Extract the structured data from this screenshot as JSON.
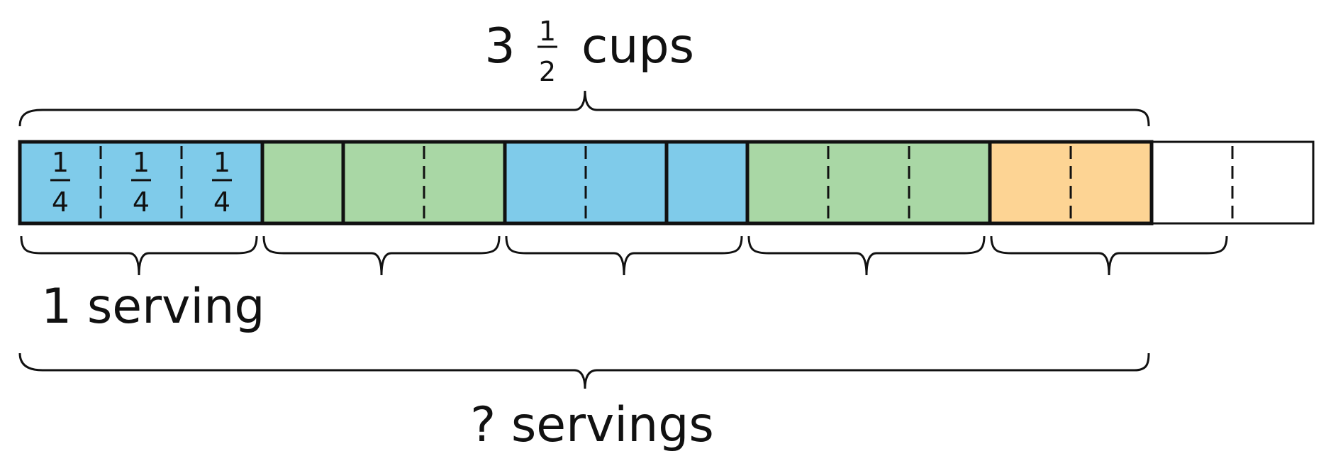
{
  "title": {
    "whole": "3",
    "numerator": "1",
    "denominator": "2",
    "unit": "cups"
  },
  "cell_label": {
    "numerator": "1",
    "denominator": "4"
  },
  "serving_label": "1 serving",
  "total_label": "? servings",
  "bar": {
    "segments": [
      {
        "color": "#7fcbea",
        "cells": 3
      },
      {
        "color": "#a9d7a5",
        "cells": 1
      },
      {
        "color": "#a9d7a5",
        "cells": 2
      },
      {
        "color": "#7fcbea",
        "cells": 2
      },
      {
        "color": "#7fcbea",
        "cells": 1
      },
      {
        "color": "#a9d7a5",
        "cells": 3
      },
      {
        "color": "#fdd494",
        "cells": 2
      },
      {
        "color": "#ffffff",
        "cells": 2
      }
    ],
    "labeled_cells": 3
  },
  "servings_shown": 5,
  "cells_per_serving": 3,
  "total_cups_in_quarters": 14
}
